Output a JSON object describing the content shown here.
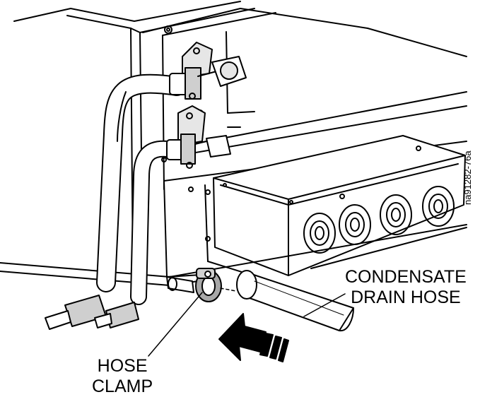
{
  "labels": {
    "condensate_line1": "CONDENSATE",
    "condensate_line2": "DRAIN HOSE",
    "clamp_line1": "HOSE",
    "clamp_line2": "CLAMP"
  },
  "figure_code": "na91282-76a",
  "colors": {
    "line": "#000000",
    "shade_light": "#e6e6e6",
    "shade_mid": "#cfcfcf",
    "shade_dark": "#a8a8a8",
    "background": "#ffffff"
  }
}
